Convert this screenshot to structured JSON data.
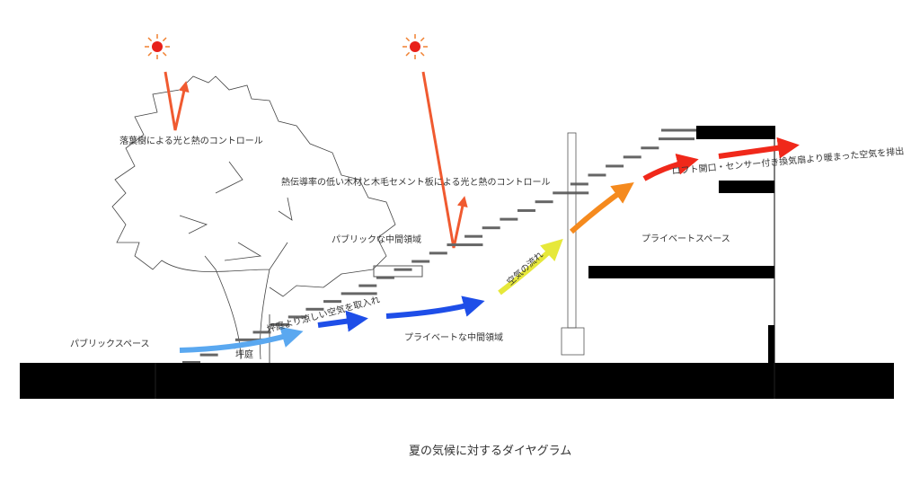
{
  "labels": {
    "deciduous_tree": "落葉樹による光と熱のコントロール",
    "wood_panel": "熱伝導率の低い木材と木毛セメント板による光と熱のコントロール",
    "public_middle": "パブリックな中間領域",
    "private_space": "プライベートスペース",
    "loft": "ロフト開口・センサー付き換気扇より暖まった空気を排出",
    "air_flow": "空気の流れ",
    "courtyard_air": "坪庭より涼しい空気を取入れ",
    "public_space": "パブリックスペース",
    "courtyard": "坪庭",
    "private_middle": "プライベートな中間領域"
  },
  "caption": "夏の気候に対するダイヤグラム",
  "colors": {
    "sun": "#e8201a",
    "ray": "#f05a30",
    "air_light_blue": "#5aa8f0",
    "air_blue": "#1e4ee8",
    "air_yellow": "#e6e83a",
    "air_orange": "#f58a1e",
    "air_red": "#f0281a"
  }
}
